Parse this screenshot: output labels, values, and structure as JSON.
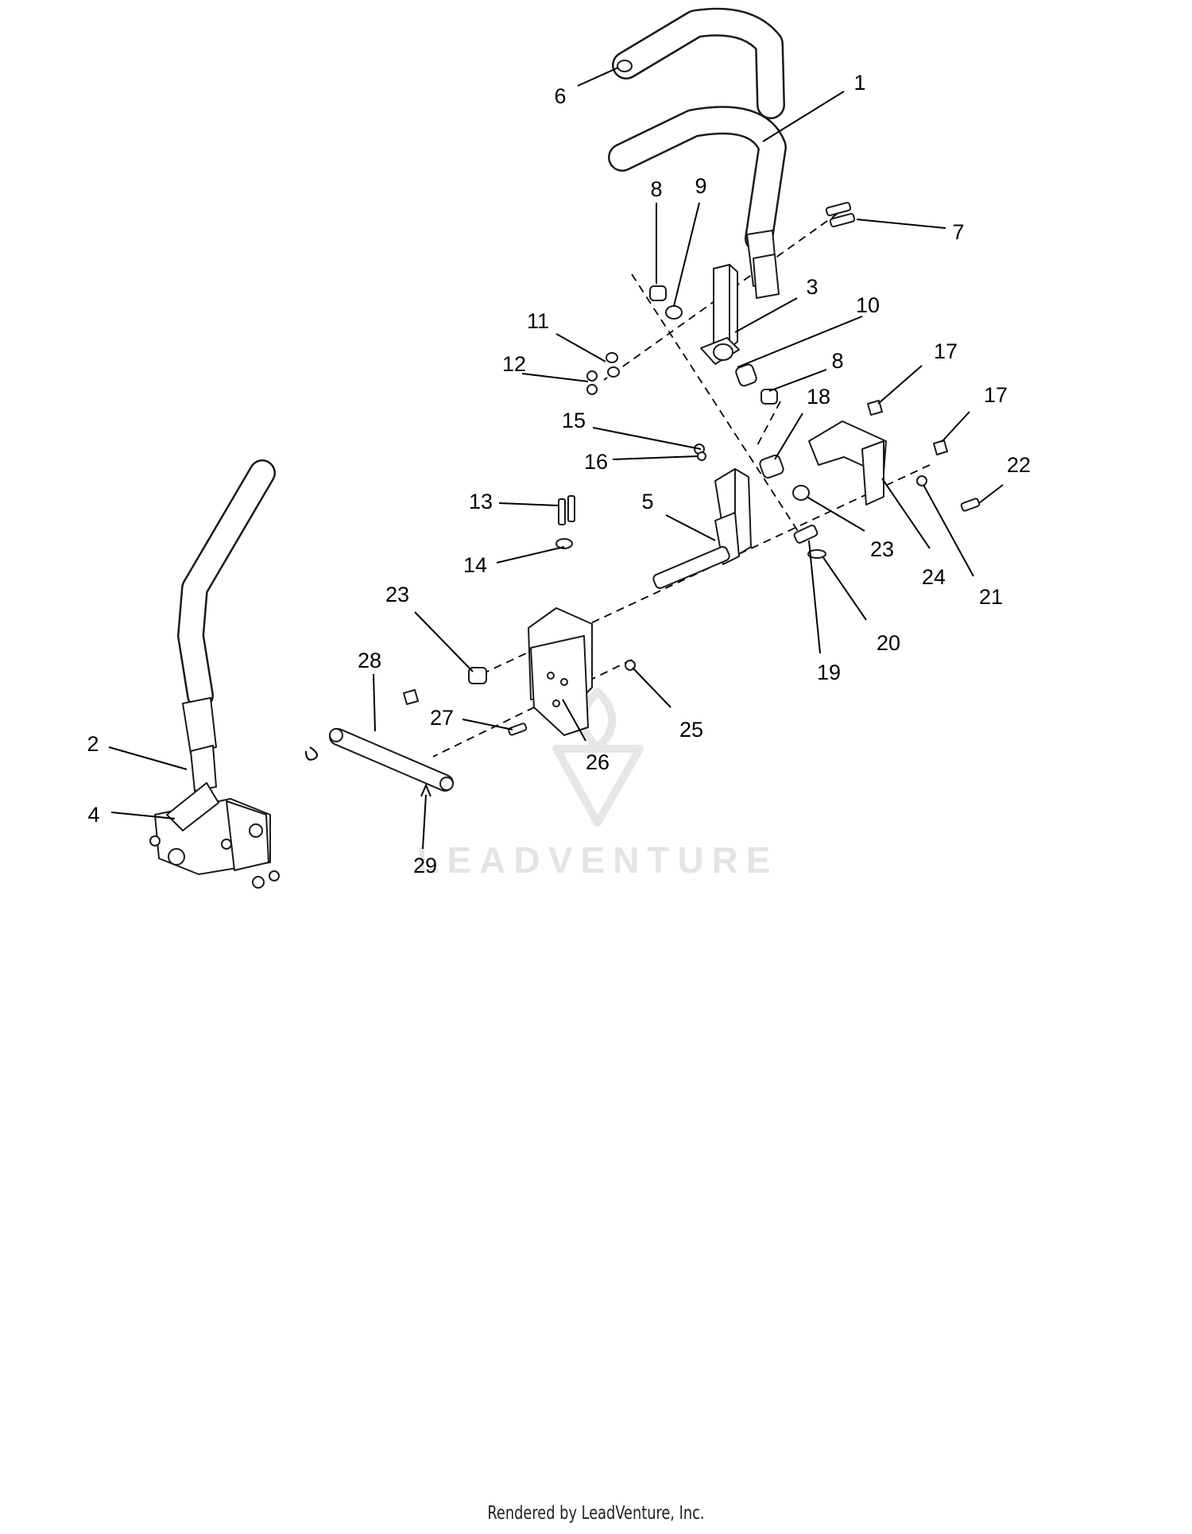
{
  "watermark": {
    "text": "LEADVENTURE"
  },
  "footer": {
    "text": "Rendered by LeadVenture, Inc."
  },
  "callouts": [
    {
      "id": "c1",
      "label": "1"
    },
    {
      "id": "c2",
      "label": "2"
    },
    {
      "id": "c3",
      "label": "3"
    },
    {
      "id": "c4",
      "label": "4"
    },
    {
      "id": "c5",
      "label": "5"
    },
    {
      "id": "c6",
      "label": "6"
    },
    {
      "id": "c7",
      "label": "7"
    },
    {
      "id": "c8a",
      "label": "8"
    },
    {
      "id": "c8b",
      "label": "8"
    },
    {
      "id": "c9",
      "label": "9"
    },
    {
      "id": "c10",
      "label": "10"
    },
    {
      "id": "c11",
      "label": "11"
    },
    {
      "id": "c12",
      "label": "12"
    },
    {
      "id": "c13",
      "label": "13"
    },
    {
      "id": "c14",
      "label": "14"
    },
    {
      "id": "c15",
      "label": "15"
    },
    {
      "id": "c16",
      "label": "16"
    },
    {
      "id": "c17a",
      "label": "17"
    },
    {
      "id": "c17b",
      "label": "17"
    },
    {
      "id": "c18",
      "label": "18"
    },
    {
      "id": "c19",
      "label": "19"
    },
    {
      "id": "c20",
      "label": "20"
    },
    {
      "id": "c21",
      "label": "21"
    },
    {
      "id": "c22",
      "label": "22"
    },
    {
      "id": "c23a",
      "label": "23"
    },
    {
      "id": "c23b",
      "label": "23"
    },
    {
      "id": "c24",
      "label": "24"
    },
    {
      "id": "c25",
      "label": "25"
    },
    {
      "id": "c26",
      "label": "26"
    },
    {
      "id": "c27",
      "label": "27"
    },
    {
      "id": "c28",
      "label": "28"
    },
    {
      "id": "c29",
      "label": "29"
    }
  ]
}
